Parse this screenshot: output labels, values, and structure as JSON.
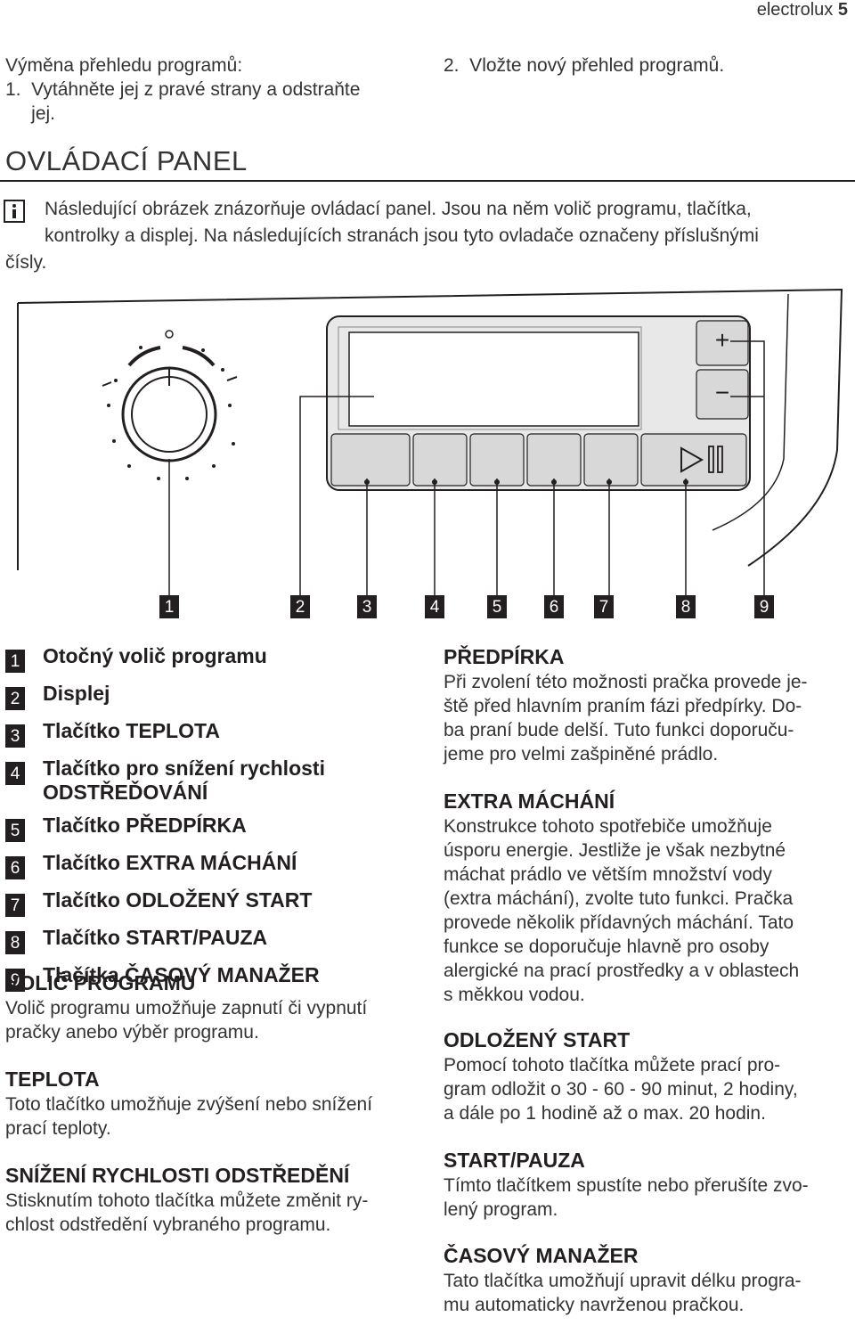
{
  "header": {
    "brand": "electrolux",
    "page": "5"
  },
  "intro": {
    "left_lines": [
      "Výměna přehledu programů:",
      "1.  Vytáhněte jej z pravé strany a odstraňte",
      "     jej."
    ],
    "right_line": "2.  Vložte nový přehled programů."
  },
  "section_title": "OVLÁDACÍ PANEL",
  "note": {
    "icon": "info-icon",
    "lines": [
      "Následující obrázek znázorňuje ovládací panel. Jsou na něm volič programu, tlačítka,",
      "kontrolky a displej. Na následujících stranách jsou tyto ovladače označeny příslušnými"
    ],
    "last_line": "čísly."
  },
  "diagram": {
    "callouts": [
      "1",
      "2",
      "3",
      "4",
      "5",
      "6",
      "7",
      "8",
      "9"
    ],
    "plus_label": "+",
    "minus_label": "−"
  },
  "legend": [
    {
      "num": "1",
      "label": "Otočný volič programu"
    },
    {
      "num": "2",
      "label": "Displej"
    },
    {
      "num": "3",
      "label": "Tlačítko TEPLOTA"
    },
    {
      "num": "4",
      "label": "Tlačítko pro snížení rychlosti ODSTŘEĎOVÁNÍ"
    },
    {
      "num": "5",
      "label": "Tlačítko PŘEDPÍRKA"
    },
    {
      "num": "6",
      "label": "Tlačítko EXTRA MÁCHÁNÍ"
    },
    {
      "num": "7",
      "label": "Tlačítko ODLOŽENÝ START"
    },
    {
      "num": "8",
      "label": "Tlačítko START/PAUZA"
    },
    {
      "num": "9",
      "label": "Tlačítka ČASOVÝ MANAŽER"
    }
  ],
  "left_sections": [
    {
      "heading": "VOLIČ PROGRAMU",
      "lines": [
        "Volič programu umožňuje zapnutí či vypnutí",
        "pračky anebo výběr programu."
      ]
    },
    {
      "heading": "TEPLOTA",
      "lines": [
        "Toto tlačítko umožňuje zvýšení nebo snížení",
        "prací teploty."
      ]
    },
    {
      "heading": "SNÍŽENÍ RYCHLOSTI ODSTŘEDĚNÍ",
      "lines": [
        "Stisknutím tohoto tlačítka můžete změnit ry-",
        "chlost odstředění vybraného programu."
      ]
    }
  ],
  "right_sections": [
    {
      "heading": "PŘEDPÍRKA",
      "lines": [
        "Při zvolení této možnosti pračka provede je-",
        "ště před hlavním praním fázi předpírky. Do-",
        "ba praní bude delší. Tuto funkci doporuču-",
        "jeme pro velmi zašpiněné prádlo."
      ]
    },
    {
      "heading": "EXTRA MÁCHÁNÍ",
      "lines": [
        "Konstrukce tohoto spotřebiče umožňuje",
        "úsporu energie. Jestliže je však nezbytné",
        "máchat prádlo ve větším množství vody",
        "(extra máchání), zvolte tuto funkci. Pračka",
        "provede několik přídavných máchání. Tato",
        "funkce se doporučuje hlavně pro osoby",
        "alergické na prací prostředky a v oblastech",
        "s měkkou vodou."
      ]
    },
    {
      "heading": "ODLOŽENÝ START",
      "lines": [
        "Pomocí tohoto tlačítka můžete prací pro-",
        "gram odložit o 30 - 60 - 90 minut, 2 hodiny,",
        "a dále po 1 hodině až o max. 20 hodin."
      ]
    },
    {
      "heading": "START/PAUZA",
      "lines": [
        "Tímto tlačítkem spustíte nebo přerušíte zvo-",
        "lený program."
      ]
    },
    {
      "heading": "ČASOVÝ MANAŽER",
      "lines": [
        "Tato tlačítka umožňují upravit délku progra-",
        "mu automaticky navrženou pračkou."
      ]
    }
  ]
}
